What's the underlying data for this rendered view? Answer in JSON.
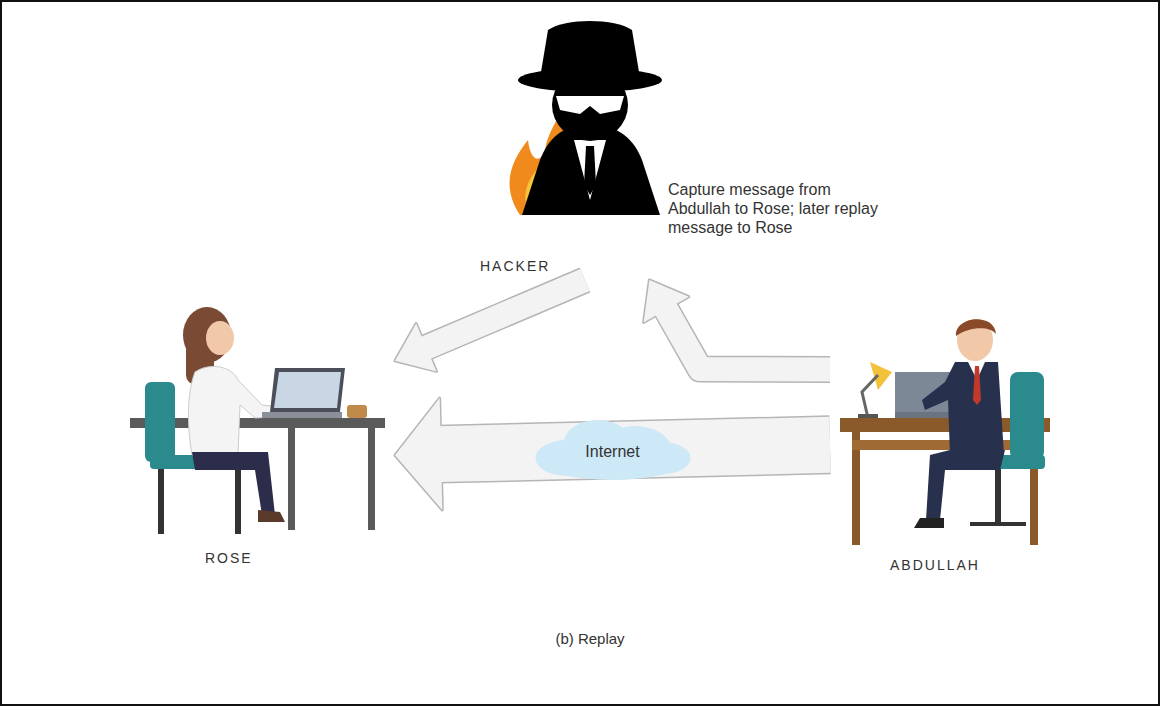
{
  "diagram": {
    "caption": "(b) Replay",
    "nodes": [
      {
        "text": [
          "HACKER"
        ]
      },
      {
        "text": [
          "ROSE"
        ]
      },
      {
        "text": [
          "ABDULLAH"
        ]
      }
    ],
    "edges": [
      {
        "from": 2,
        "to": 1,
        "arrow": "to",
        "label": "Internet"
      },
      {
        "from": 2,
        "to": 0,
        "arrow": "to"
      },
      {
        "from": 0,
        "to": 1,
        "arrow": "to"
      }
    ],
    "labels": [
      "Capture message from Abdullah to Rose; later replay message to Rose"
    ]
  }
}
